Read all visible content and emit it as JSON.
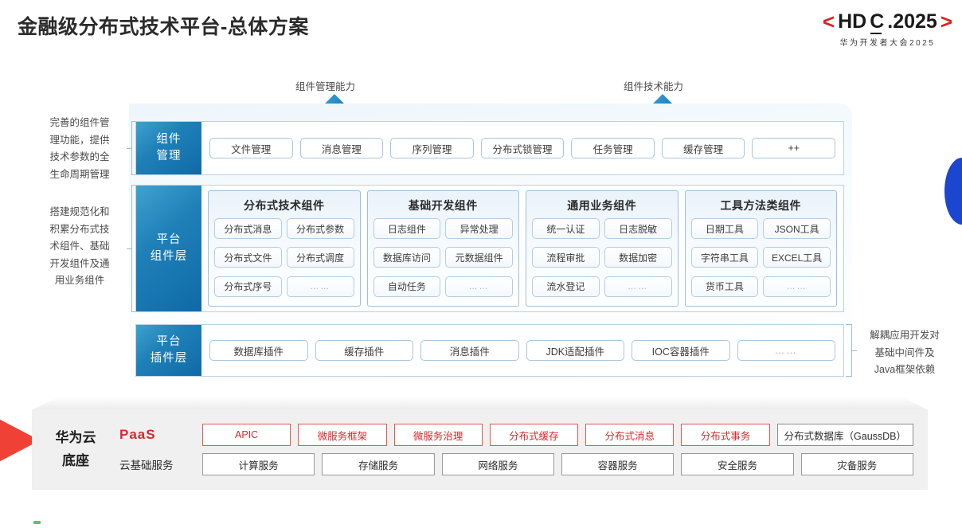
{
  "header": {
    "title": "金融级分布式技术平台-总体方案",
    "logo_open_bracket": "<",
    "logo_text": "HDC.2025",
    "logo_hdc_pre": "HD",
    "logo_hdc_c": "C",
    "logo_hdc_post": ".2025",
    "logo_close_bracket": ">",
    "logo_subtitle": "华为开发者大会2025"
  },
  "arrows": {
    "left_label": "组件管理能力",
    "right_label": "组件技术能力"
  },
  "notes": {
    "left_top": "完善的组件管理功能，提供技术参数的全生命周期管理",
    "left_top_lines": [
      "完善的组件管",
      "理功能，提供",
      "技术参数的全",
      "生命周期管理"
    ],
    "left_bottom_lines": [
      "搭建规范化和",
      "积累分布式技",
      "术组件、基础",
      "开发组件及通",
      "用业务组件"
    ],
    "right_lines": [
      "解耦应用开发对",
      "基础中间件及",
      "Java框架依赖"
    ]
  },
  "layers": {
    "component_management": {
      "tag_lines": [
        "组件",
        "管理"
      ],
      "items": [
        "文件管理",
        "消息管理",
        "序列管理",
        "分布式锁管理",
        "任务管理",
        "缓存管理",
        "++"
      ]
    },
    "platform_component": {
      "tag_lines": [
        "平台",
        "组件层"
      ],
      "groups": [
        {
          "title": "分布式技术组件",
          "cells": [
            "分布式消息",
            "分布式参数",
            "分布式文件",
            "分布式调度",
            "分布式序号",
            "……"
          ]
        },
        {
          "title": "基础开发组件",
          "cells": [
            "日志组件",
            "异常处理",
            "数据库访问",
            "元数据组件",
            "自动任务",
            "……"
          ]
        },
        {
          "title": "通用业务组件",
          "cells": [
            "统一认证",
            "日志脱敏",
            "流程审批",
            "数据加密",
            "流水登记",
            "……"
          ]
        },
        {
          "title": "工具方法类组件",
          "cells": [
            "日期工具",
            "JSON工具",
            "字符串工具",
            "EXCEL工具",
            "货币工具",
            "……"
          ]
        }
      ]
    },
    "platform_plugin": {
      "tag_lines": [
        "平台",
        "插件层"
      ],
      "items": [
        "数据库插件",
        "缓存插件",
        "消息插件",
        "JDK适配插件",
        "IOC容器插件",
        "……"
      ]
    }
  },
  "cloud_base": {
    "label_lines": [
      "华为云",
      "底座"
    ],
    "paas_tag": "PaaS",
    "basic_tag": "云基础服务",
    "paas_items": [
      {
        "label": "APIC",
        "style": "red"
      },
      {
        "label": "微服务框架",
        "style": "red"
      },
      {
        "label": "微服务治理",
        "style": "red"
      },
      {
        "label": "分布式缓存",
        "style": "red"
      },
      {
        "label": "分布式消息",
        "style": "red"
      },
      {
        "label": "分布式事务",
        "style": "red"
      },
      {
        "label": "分布式数据库（GaussDB）",
        "style": "grey"
      }
    ],
    "basic_items": [
      "计算服务",
      "存储服务",
      "网络服务",
      "容器服务",
      "安全服务",
      "灾备服务"
    ]
  },
  "colors": {
    "brand_red": "#d7282f",
    "layer_blue_dark": "#0f6aa6",
    "layer_blue_light": "#3fa2cd",
    "accent_blue": "#1b46cf",
    "wedge_red": "#ef4136"
  }
}
